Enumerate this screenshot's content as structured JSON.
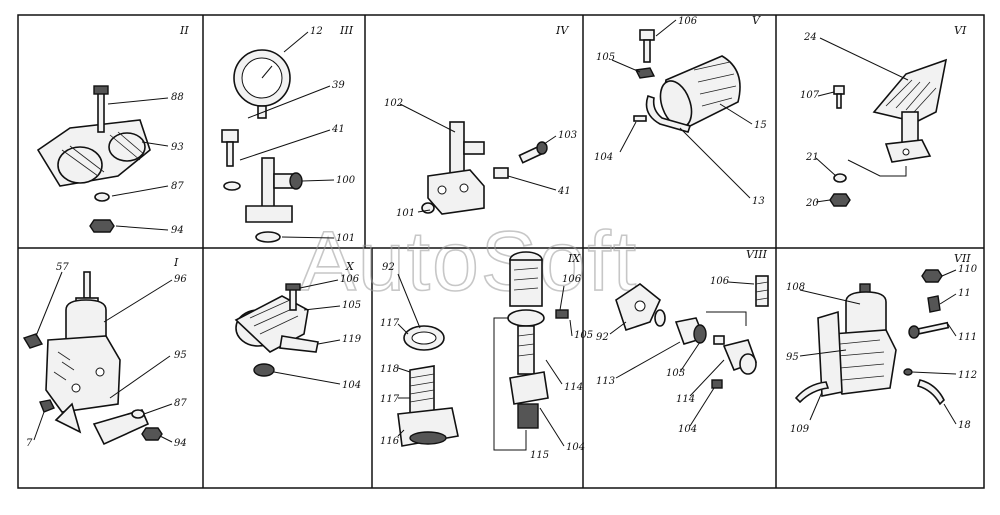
{
  "watermark": "AutoSoft",
  "panels": [
    {
      "id": "II",
      "labels": [
        "88",
        "93",
        "87",
        "94"
      ]
    },
    {
      "id": "III",
      "labels": [
        "12",
        "39",
        "41",
        "100",
        "101"
      ]
    },
    {
      "id": "IV",
      "labels": [
        "102",
        "103",
        "101",
        "41"
      ]
    },
    {
      "id": "V",
      "labels": [
        "106",
        "105",
        "15",
        "104",
        "13"
      ]
    },
    {
      "id": "VI",
      "labels": [
        "24",
        "107",
        "21",
        "20"
      ]
    },
    {
      "id": "I",
      "labels": [
        "57",
        "96",
        "95",
        "87",
        "7",
        "94"
      ]
    },
    {
      "id": "X",
      "labels": [
        "106",
        "105",
        "119",
        "104"
      ]
    },
    {
      "id": "IX",
      "labels": [
        "92",
        "117",
        "118",
        "117",
        "116",
        "106",
        "105",
        "114",
        "104",
        "115"
      ]
    },
    {
      "id": "VIII",
      "labels": [
        "106",
        "92",
        "113",
        "103",
        "114",
        "104"
      ]
    },
    {
      "id": "VII",
      "labels": [
        "108",
        "110",
        "11",
        "95",
        "111",
        "112",
        "18",
        "109"
      ]
    }
  ]
}
